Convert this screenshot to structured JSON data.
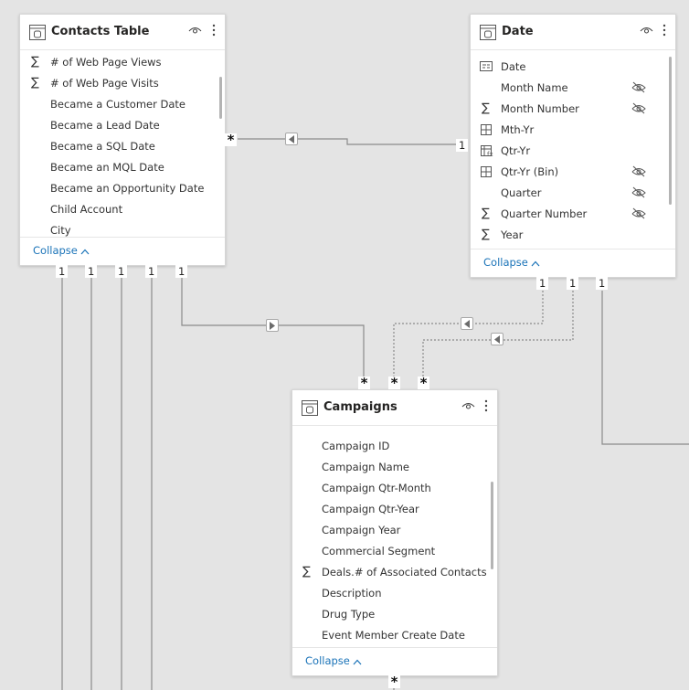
{
  "contacts": {
    "title": "Contacts Table",
    "rows": [
      {
        "label": "# of Web Page Views",
        "icon": "sigma-icon"
      },
      {
        "label": "# of Web Page Visits",
        "icon": "sigma-icon"
      },
      {
        "label": "Became a Customer Date",
        "icon": ""
      },
      {
        "label": "Became a Lead Date",
        "icon": ""
      },
      {
        "label": "Became a SQL Date",
        "icon": ""
      },
      {
        "label": "Became an MQL Date",
        "icon": ""
      },
      {
        "label": "Became an Opportunity Date",
        "icon": ""
      },
      {
        "label": "Child Account",
        "icon": ""
      },
      {
        "label": "City",
        "icon": ""
      }
    ],
    "collapse_label": "Collapse"
  },
  "date": {
    "title": "Date",
    "rows": [
      {
        "label": "Date",
        "icon": "calendar-field-icon",
        "hidden": false
      },
      {
        "label": "Month Name",
        "icon": "",
        "hidden": true
      },
      {
        "label": "Month Number",
        "icon": "sigma-icon",
        "hidden": true
      },
      {
        "label": "Mth-Yr",
        "icon": "hierarchy-icon",
        "hidden": false
      },
      {
        "label": "Qtr-Yr",
        "icon": "calculated-column-icon",
        "hidden": false
      },
      {
        "label": "Qtr-Yr (Bin)",
        "icon": "hierarchy-icon",
        "hidden": true
      },
      {
        "label": "Quarter",
        "icon": "",
        "hidden": true
      },
      {
        "label": "Quarter Number",
        "icon": "sigma-icon",
        "hidden": true
      },
      {
        "label": "Year",
        "icon": "sigma-icon",
        "hidden": false
      }
    ],
    "collapse_label": "Collapse"
  },
  "campaigns": {
    "title": "Campaigns",
    "rows": [
      {
        "label": "Campaign ID",
        "icon": ""
      },
      {
        "label": "Campaign Name",
        "icon": ""
      },
      {
        "label": "Campaign Qtr-Month",
        "icon": ""
      },
      {
        "label": "Campaign Qtr-Year",
        "icon": ""
      },
      {
        "label": "Campaign Year",
        "icon": ""
      },
      {
        "label": "Commercial Segment",
        "icon": ""
      },
      {
        "label": "Deals.# of Associated Contacts",
        "icon": "sigma-icon"
      },
      {
        "label": "Description",
        "icon": ""
      },
      {
        "label": "Drug Type",
        "icon": ""
      },
      {
        "label": "Event Member Create Date",
        "icon": ""
      }
    ],
    "collapse_label": "Collapse"
  },
  "cardinality": {
    "one": "1",
    "many": "*"
  },
  "colors": {
    "canvas": "#e4e4e4",
    "card": "#ffffff",
    "line": "#8a8a8a",
    "link": "#1a73b8"
  }
}
